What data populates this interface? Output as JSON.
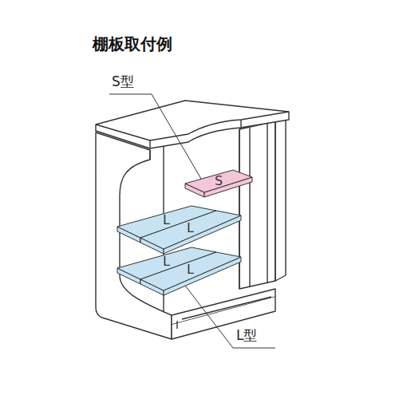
{
  "diagram": {
    "title": "棚板取付例",
    "nodes": [
      {
        "text": [
          "S"
        ]
      },
      {
        "text": [
          "L"
        ]
      },
      {
        "text": [
          "L"
        ]
      },
      {
        "text": [
          "L"
        ]
      },
      {
        "text": [
          "L"
        ]
      }
    ],
    "labels": [
      "S型",
      "L型"
    ]
  }
}
